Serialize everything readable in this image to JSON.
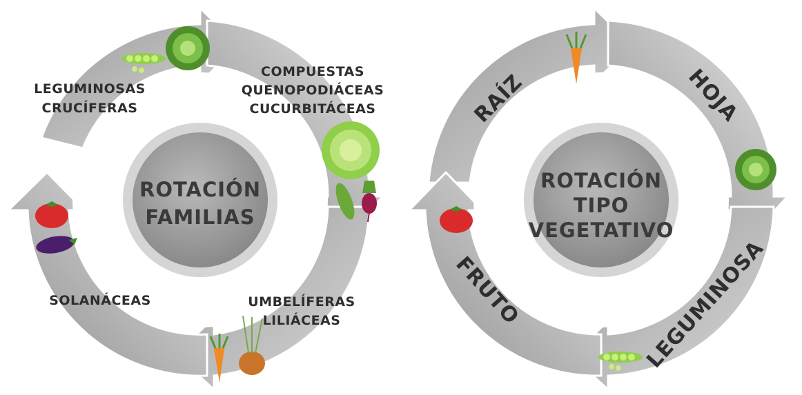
{
  "left": {
    "center_lines": [
      "ROTACIÓN",
      "FAMILIAS"
    ],
    "labels": {
      "top_left": [
        "LEGUMINOSAS",
        "CRUCÍFERAS"
      ],
      "top_right": [
        "COMPUESTAS",
        "QUENOPODIÁCEAS",
        "CUCURBITÁCEAS"
      ],
      "bottom_right": [
        "UMBELÍFERAS",
        "LILIÁCEAS"
      ],
      "left": [
        "SOLANÁCEAS"
      ]
    }
  },
  "right": {
    "center_lines": [
      "ROTACIÓN",
      "TIPO",
      "VEGETATIVO"
    ],
    "segments": [
      "RAÍZ",
      "HOJA",
      "LEGUMINOSA",
      "FRUTO"
    ]
  }
}
